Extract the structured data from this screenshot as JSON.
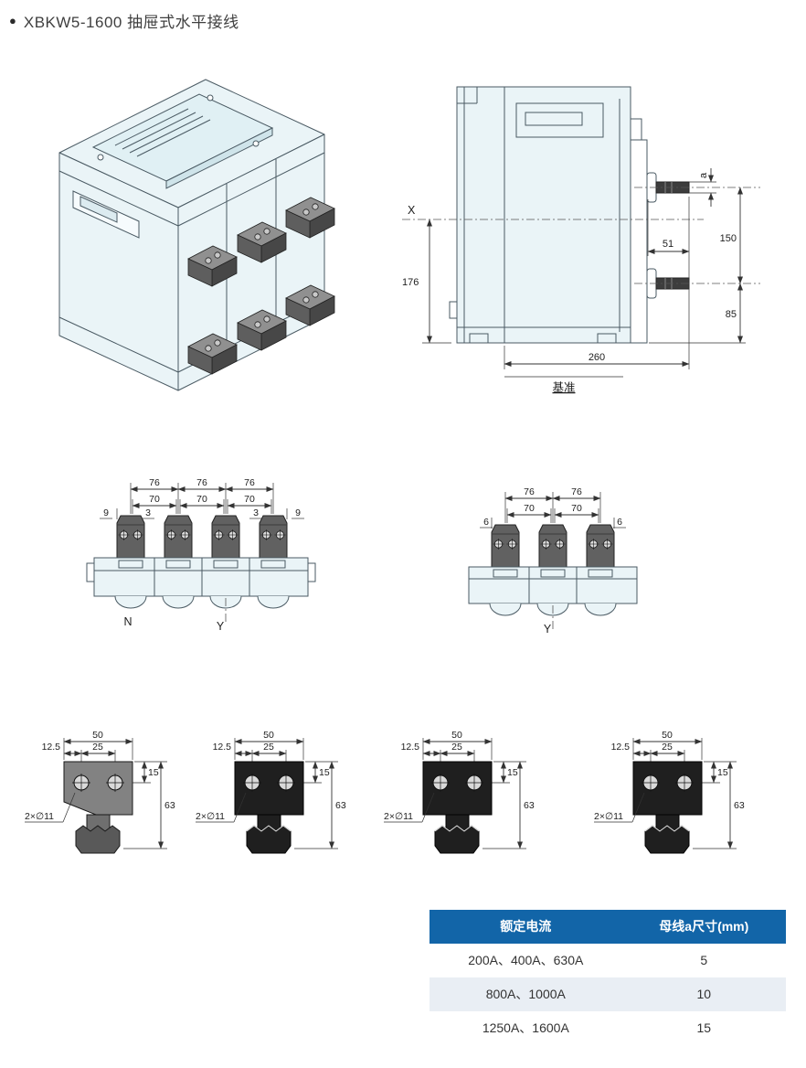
{
  "colors": {
    "table_header_bg": "#1265a8",
    "table_row_alt": "#e9eef4",
    "drawing_fill": "#eaf4f7",
    "drawing_line": "#4a5a63",
    "dim_line": "#333333"
  },
  "page": {
    "bullet": "●",
    "title": "XBKW5-1600 抽屉式水平接线"
  },
  "side_view": {
    "label_x": "X",
    "dim_a": "a",
    "dim_176": "176",
    "dim_51": "51",
    "dim_150": "150",
    "dim_85": "85",
    "dim_260": "260",
    "datum": "基准"
  },
  "front_left": {
    "d76": [
      "76",
      "76",
      "76"
    ],
    "d70": [
      "70",
      "70",
      "70"
    ],
    "small": [
      "9",
      "3",
      "3",
      "9"
    ],
    "n": "N",
    "y": "Y"
  },
  "front_right": {
    "d76": [
      "76",
      "76"
    ],
    "d70": [
      "70",
      "70"
    ],
    "small": [
      "6",
      "6"
    ],
    "y": "Y"
  },
  "terminal_detail": {
    "d50": "50",
    "d25": "25",
    "d12_5": "12.5",
    "d15": "15",
    "d63": "63",
    "holes": "2×∅11"
  },
  "table": {
    "headers": [
      "额定电流",
      "母线a尺寸(mm)"
    ],
    "rows": [
      {
        "current": "200A、400A、630A",
        "size": "5"
      },
      {
        "current": "800A、1000A",
        "size": "10"
      },
      {
        "current": "1250A、1600A",
        "size": "15"
      }
    ]
  }
}
